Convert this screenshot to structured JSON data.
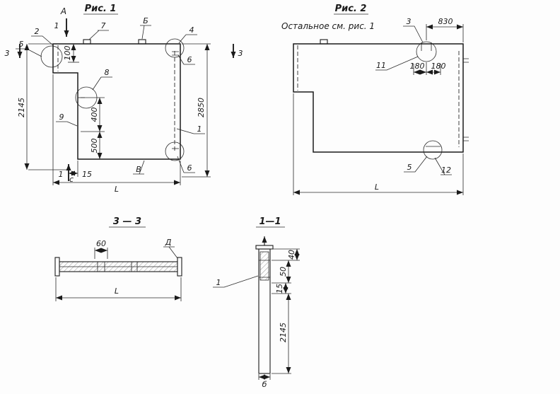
{
  "drawing": {
    "background": "#fdfdfd",
    "line_color": "#1b1b1b"
  },
  "fig1": {
    "title": "Рис. 1",
    "marker_a": "А",
    "marker_1_top": "1",
    "marker_1_bottom": "1",
    "marker_c": "с",
    "marker_3_left": "3",
    "marker_3_right": "3",
    "callout_2": "2",
    "callout_5": "5",
    "callout_7": "7",
    "callout_b": "Б",
    "callout_4": "4",
    "callout_6_top": "6",
    "callout_8": "8",
    "callout_9": "9",
    "callout_1": "1",
    "callout_v": "В",
    "callout_6_bottom": "6",
    "dim_100": "100",
    "dim_400": "400",
    "dim_500": "500",
    "dim_2145": "2145",
    "dim_2850": "2850",
    "dim_15": "15",
    "dim_L": "L"
  },
  "fig2": {
    "title": "Рис. 2",
    "note": "Остальное см. рис. 1",
    "callout_3": "3",
    "callout_11": "11",
    "callout_5": "5",
    "callout_12": "12",
    "dim_830": "830",
    "dim_180_left": "180",
    "dim_180_right": "180",
    "dim_L": "L"
  },
  "section33": {
    "title": "3 — 3",
    "dim_60": "60",
    "label_d": "Д",
    "dim_L": "L"
  },
  "section11": {
    "title": "1—1",
    "callout_1": "1",
    "dim_40": "40",
    "dim_50": "50",
    "dim_15": "15",
    "dim_2145": "2145",
    "dim_b": "б"
  }
}
